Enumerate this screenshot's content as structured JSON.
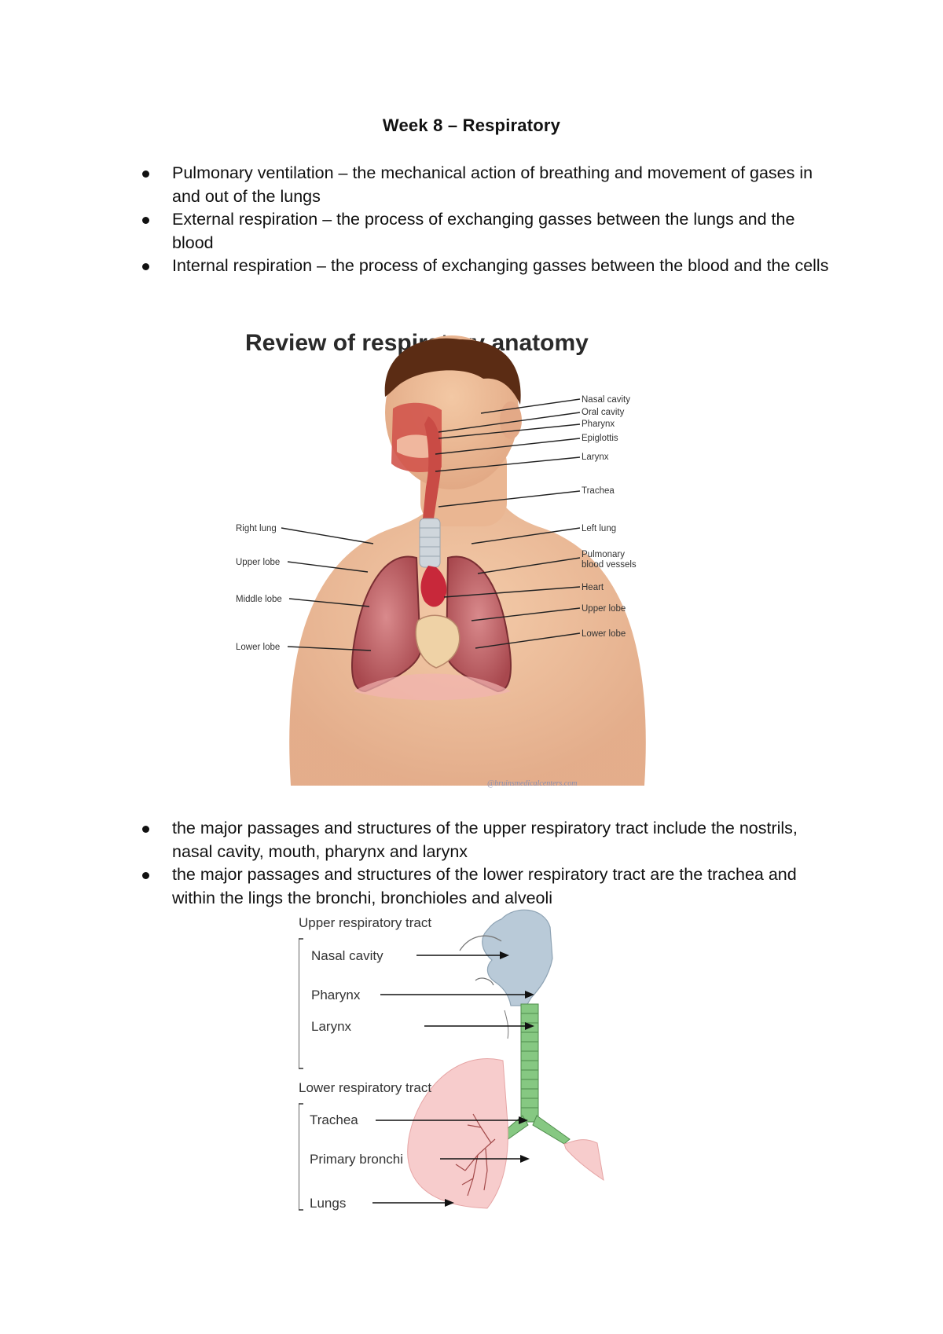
{
  "title": "Week 8 – Respiratory",
  "bullets_top": [
    "Pulmonary ventilation – the mechanical action of breathing and movement of gases in and out of the lungs",
    "External respiration – the process of exchanging gasses between the lungs and the blood",
    "Internal respiration – the process of exchanging gasses between the blood and the cells"
  ],
  "anatomy_figure": {
    "heading": "Review of respiratory anatomy",
    "labels_right": [
      "Nasal cavity",
      "Oral cavity",
      "Pharynx",
      "Epiglottis",
      "Larynx",
      "Trachea",
      "Left lung",
      "Pulmonary",
      "blood vessels",
      "Heart",
      "Upper lobe",
      "Lower lobe"
    ],
    "labels_left": [
      "Right lung",
      "Upper lobe",
      "Middle lobe",
      "Lower lobe"
    ],
    "credit": "@bruinsmedicalcenters.com"
  },
  "bullets_mid": [
    "the major passages and structures of the upper respiratory tract include the nostrils, nasal cavity, mouth, pharynx and larynx",
    "the major passages and structures of the lower respiratory tract are the trachea and within the lings the bronchi, bronchioles and alveoli"
  ],
  "tract_figure": {
    "upper_heading": "Upper respiratory tract",
    "upper_labels": [
      "Nasal cavity",
      "Pharynx",
      "Larynx"
    ],
    "lower_heading": "Lower respiratory tract",
    "lower_labels": [
      "Trachea",
      "Primary bronchi",
      "Lungs"
    ]
  }
}
